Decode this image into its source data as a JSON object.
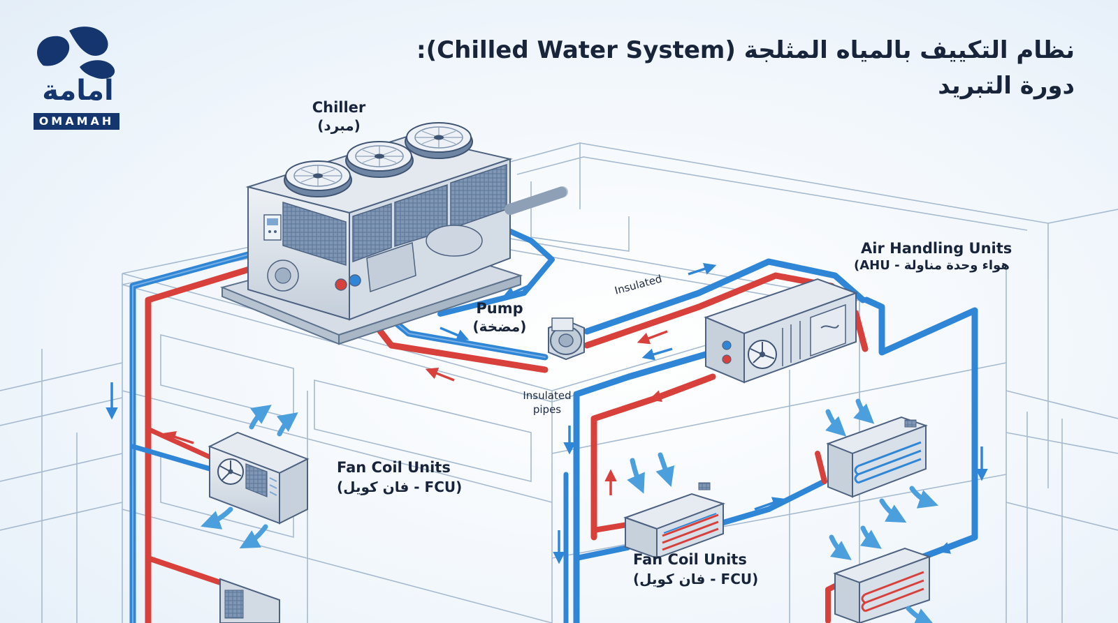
{
  "header": {
    "title_line1": "نظام التكييف بالمياه المثلجة (Chilled Water System):",
    "title_line2": "دورة التبريد"
  },
  "logo": {
    "arabic": "أمامة",
    "english": "OMAMAH"
  },
  "labels": {
    "chiller_en": "Chiller",
    "chiller_ar": "(مبرد)",
    "pump_en": "Pump",
    "pump_ar": "(مضخة)",
    "ahu_en": "Air Handling Units",
    "ahu_ar": "(AHU - هواء وحدة مناولة",
    "insulated": "Insulated",
    "insulated_pipes": "Insulated\npipes",
    "fcu_left_en": "Fan Coil Units",
    "fcu_left_ar": "(FCU - فان كويل)",
    "fcu_bottom_en": "Fan Coil Units",
    "fcu_bottom_ar": "(FCU - فان كويل)"
  },
  "colors": {
    "chilled_supply": "#2f86d6",
    "warm_return": "#d8403c",
    "building_line": "#9db4cc",
    "air_arrow": "#4a9fdc",
    "text": "#17243a",
    "logo": "#15356e"
  },
  "icons": [
    "fan-icon",
    "pump-icon",
    "coil-icon",
    "air-flow-arrow-icon"
  ]
}
